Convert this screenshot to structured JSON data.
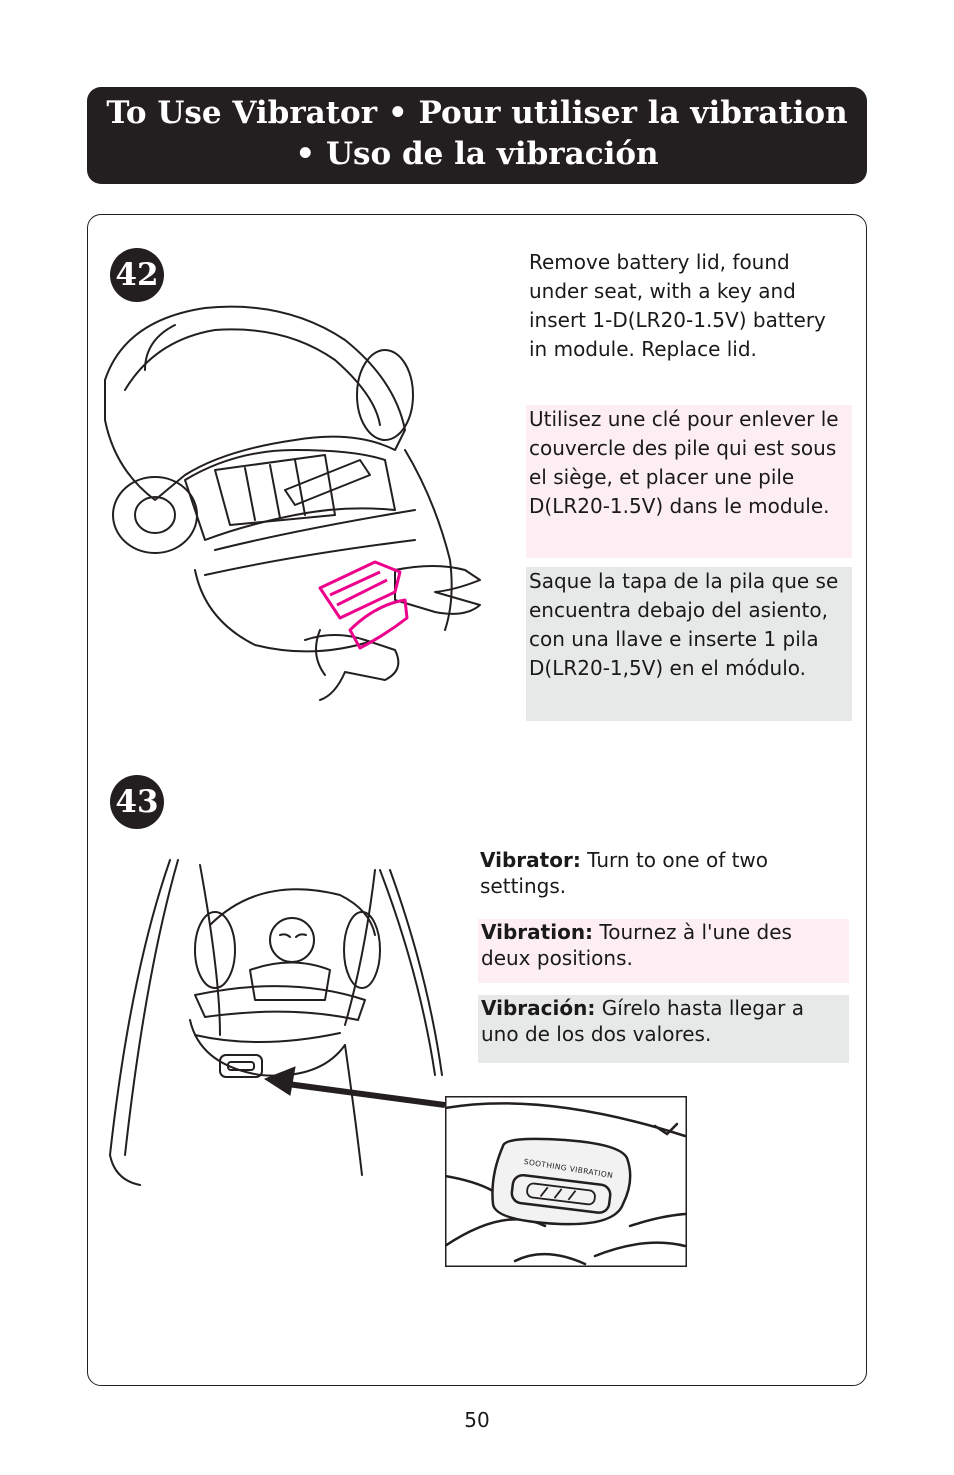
{
  "header": {
    "title_line1": "To Use Vibrator  •  Pour utiliser la vibration",
    "title_line2": "•  Uso de la vibración"
  },
  "step42": {
    "number": "42",
    "english": "Remove battery lid, found under seat, with a key and insert 1-D(LR20-1.5V) battery in module. Replace lid.",
    "french": "Utilisez une clé pour enlever le couvercle des pile qui est sous el siège, et placer une pile D(LR20-1.5V) dans le module.",
    "spanish": "Saque la tapa de la pila que se encuentra debajo del asiento, con una llave e inserte 1 pila D(LR20-1,5V) en el módulo."
  },
  "step43": {
    "number": "43",
    "english_label": "Vibrator:",
    "english_text": " Turn to one of two settings.",
    "french_label": "Vibration:",
    "french_text": " Tournez à l'une des deux positions.",
    "spanish_label": "Vibración:",
    "spanish_text": " Gírelo hasta llegar a uno de los dos valores.",
    "module_label": "SOOTHING VIBRATION"
  },
  "page": {
    "number": "50"
  },
  "colors": {
    "dark": "#231f20",
    "french_bg": "#fdeef3",
    "spanish_bg": "#e7e8e8",
    "battery_highlight": "#ec008c"
  }
}
